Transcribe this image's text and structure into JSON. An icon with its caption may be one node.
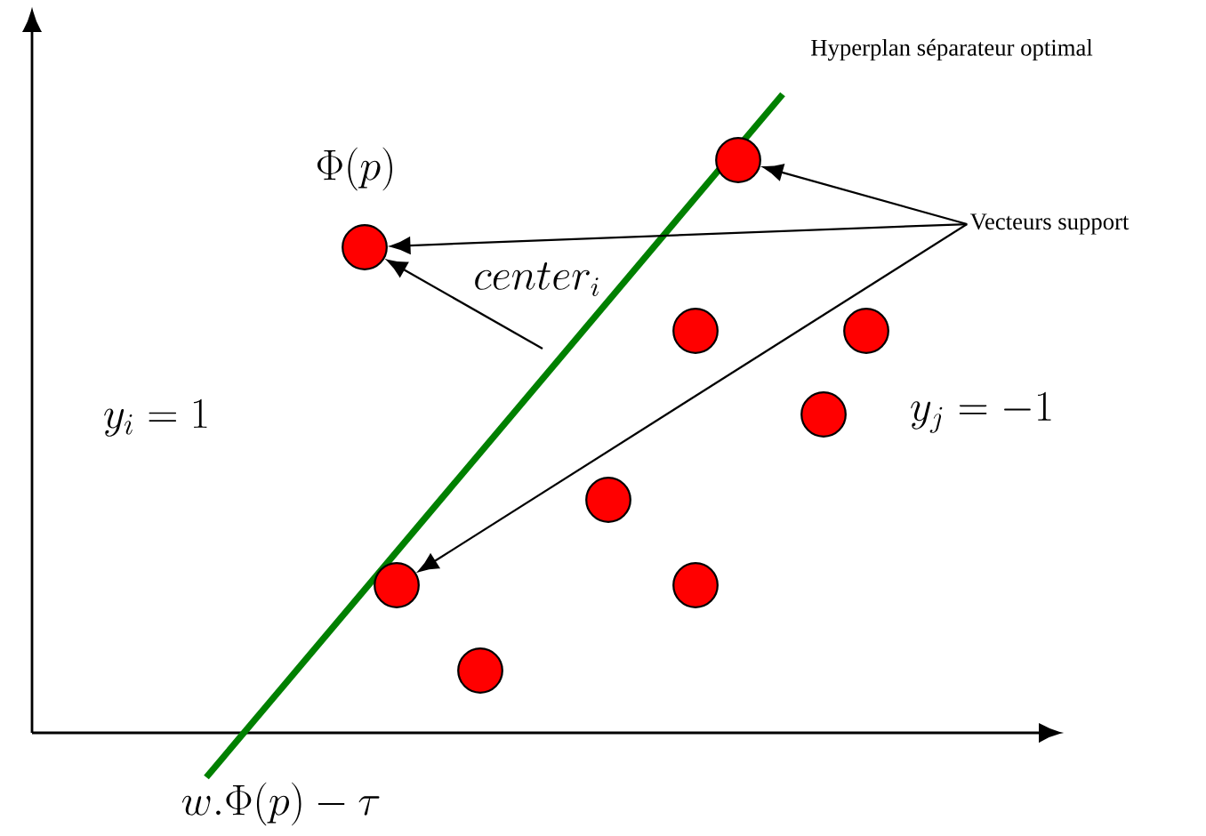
{
  "diagram": {
    "nodes": [
      {
        "text": [
          "Vecteurs support"
        ]
      },
      {
        "text": [],
        "shape": "circle",
        "beside": [
          "\\Phi(p)"
        ]
      },
      {
        "text": [],
        "shape": "circle"
      },
      {
        "text": [],
        "shape": "circle"
      },
      {
        "text": [],
        "shape": "circle"
      },
      {
        "text": [],
        "shape": "circle"
      },
      {
        "text": [],
        "shape": "circle"
      },
      {
        "text": [],
        "shape": "circle"
      },
      {
        "text": [],
        "shape": "circle"
      },
      {
        "text": [],
        "shape": "circle"
      }
    ],
    "edges": [
      {
        "from": 0,
        "to": 7,
        "arrow": "to"
      },
      {
        "from": 0,
        "to": 1,
        "arrow": "to"
      },
      {
        "from": 0,
        "to": 2,
        "arrow": "to"
      },
      {
        "from": null,
        "to": 1,
        "arrow": "to",
        "label": "center_i"
      }
    ],
    "labels": [
      "Hyperplan séparateur optimal",
      "y_i = 1",
      "y_j = -1",
      "w.\\Phi(p) - \\tau"
    ]
  }
}
